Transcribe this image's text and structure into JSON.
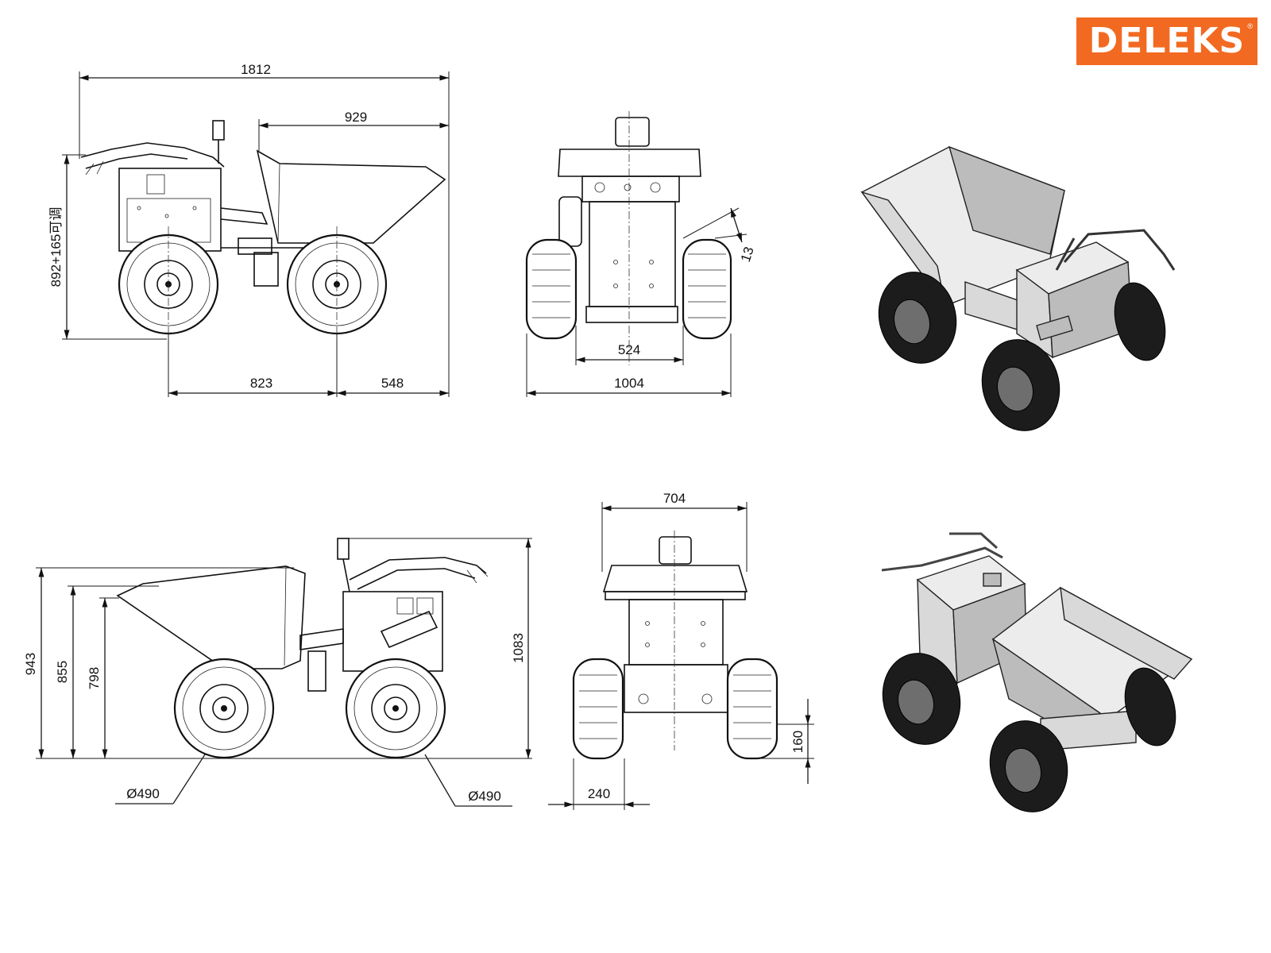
{
  "brand": {
    "logo_text": "DELEKS",
    "registered_mark": "®",
    "accent_color": "#f26a21"
  },
  "views": {
    "side_top": {
      "overall_length": "1812",
      "skip_length": "929",
      "height_label": "892+165可调",
      "wheelbase": "823",
      "front_overhang": "548"
    },
    "front_top": {
      "angle_dim": "13",
      "inner_width": "524",
      "overall_width": "1004"
    },
    "side_bottom": {
      "height_a": "943",
      "height_b": "855",
      "height_c": "798",
      "handle_height": "1083",
      "wheel_dia_rear": "Ø490",
      "wheel_dia_front": "Ø490"
    },
    "front_bottom": {
      "body_width": "704",
      "ground_clearance": "160",
      "tyre_width": "240"
    },
    "iso_views": [
      "isometric-rear-view",
      "isometric-front-view"
    ]
  }
}
